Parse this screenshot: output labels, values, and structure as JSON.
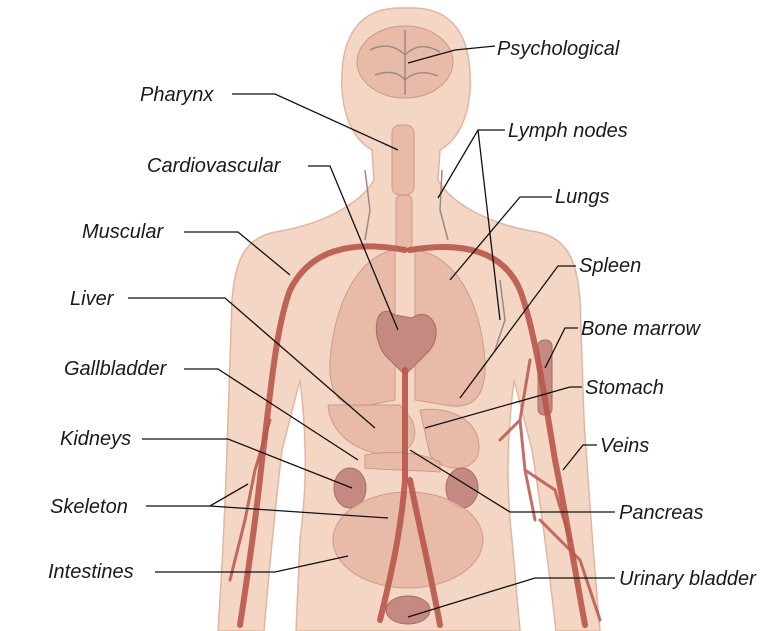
{
  "labels": {
    "psychological": "Psychological",
    "pharynx": "Pharynx",
    "lymph_nodes": "Lymph nodes",
    "cardiovascular": "Cardiovascular",
    "lungs": "Lungs",
    "muscular": "Muscular",
    "spleen": "Spleen",
    "liver": "Liver",
    "bone_marrow": "Bone marrow",
    "gallbladder": "Gallbladder",
    "stomach": "Stomach",
    "kidneys": "Kidneys",
    "veins": "Veins",
    "skeleton": "Skeleton",
    "pancreas": "Pancreas",
    "intestines": "Intestines",
    "urinary_bladder": "Urinary bladder"
  },
  "colors": {
    "skin": "#f3d6c4",
    "organ": "#e7b7a5",
    "vessel": "#b8564a",
    "leader_line": "#111111"
  }
}
